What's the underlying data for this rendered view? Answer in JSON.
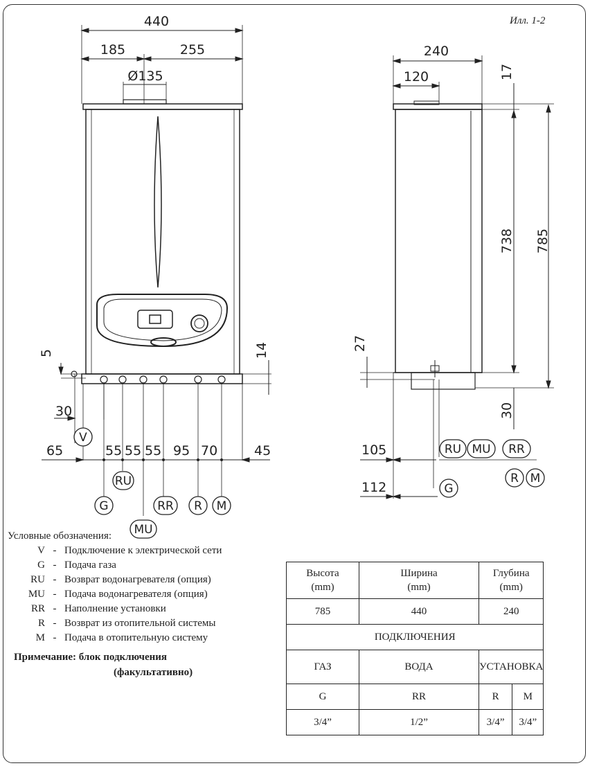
{
  "figure_label": "Илл. 1-2",
  "front_view": {
    "dims": {
      "total_width": "440",
      "left_offset": "185",
      "right_offset": "255",
      "flue_diameter": "Ø135",
      "drop_5": "5",
      "drop_14": "14",
      "offset_30": "30",
      "spacing": [
        "65",
        "55",
        "55",
        "55",
        "95",
        "70",
        "45"
      ]
    },
    "connection_labels": [
      "V",
      "G",
      "RU",
      "MU",
      "RR",
      "R",
      "M"
    ]
  },
  "side_view": {
    "dims": {
      "depth": "240",
      "flue_offset": "120",
      "top_17": "17",
      "height_738": "738",
      "height_785": "785",
      "drop_27": "27",
      "bottom_30": "30",
      "offset_105": "105",
      "offset_112": "112"
    },
    "connection_labels": [
      "RU",
      "MU",
      "RR",
      "R",
      "M",
      "G"
    ]
  },
  "legend": {
    "title": "Условные обозначения:",
    "items": [
      {
        "code": "V",
        "text": "Подключение к электрической сети"
      },
      {
        "code": "G",
        "text": "Подача газа"
      },
      {
        "code": "RU",
        "text": "Возврат водонагревателя (опция)"
      },
      {
        "code": "MU",
        "text": "Подача водонагревателя (опция)"
      },
      {
        "code": "RR",
        "text": "Наполнение установки"
      },
      {
        "code": "R",
        "text": "Возврат из отопительной системы"
      },
      {
        "code": "M",
        "text": "Подача в отопительную систему"
      }
    ]
  },
  "note": {
    "line1": "Примечание: блок подключения",
    "line2": "(факультативно)"
  },
  "spec_table": {
    "h1": "Высота",
    "h1u": "(mm)",
    "h2": "Ширина",
    "h2u": "(mm)",
    "h3": "Глубина",
    "h3u": "(mm)",
    "height": "785",
    "width": "440",
    "depth": "240",
    "connections": "ПОДКЛЮЧЕНИЯ",
    "gas": "ГАЗ",
    "water": "ВОДА",
    "installation": "УСТАНОВКА",
    "g": "G",
    "rr": "RR",
    "r": "R",
    "m": "M",
    "g_size": "3/4”",
    "rr_size": "1/2”",
    "r_size": "3/4”",
    "m_size": "3/4”"
  }
}
